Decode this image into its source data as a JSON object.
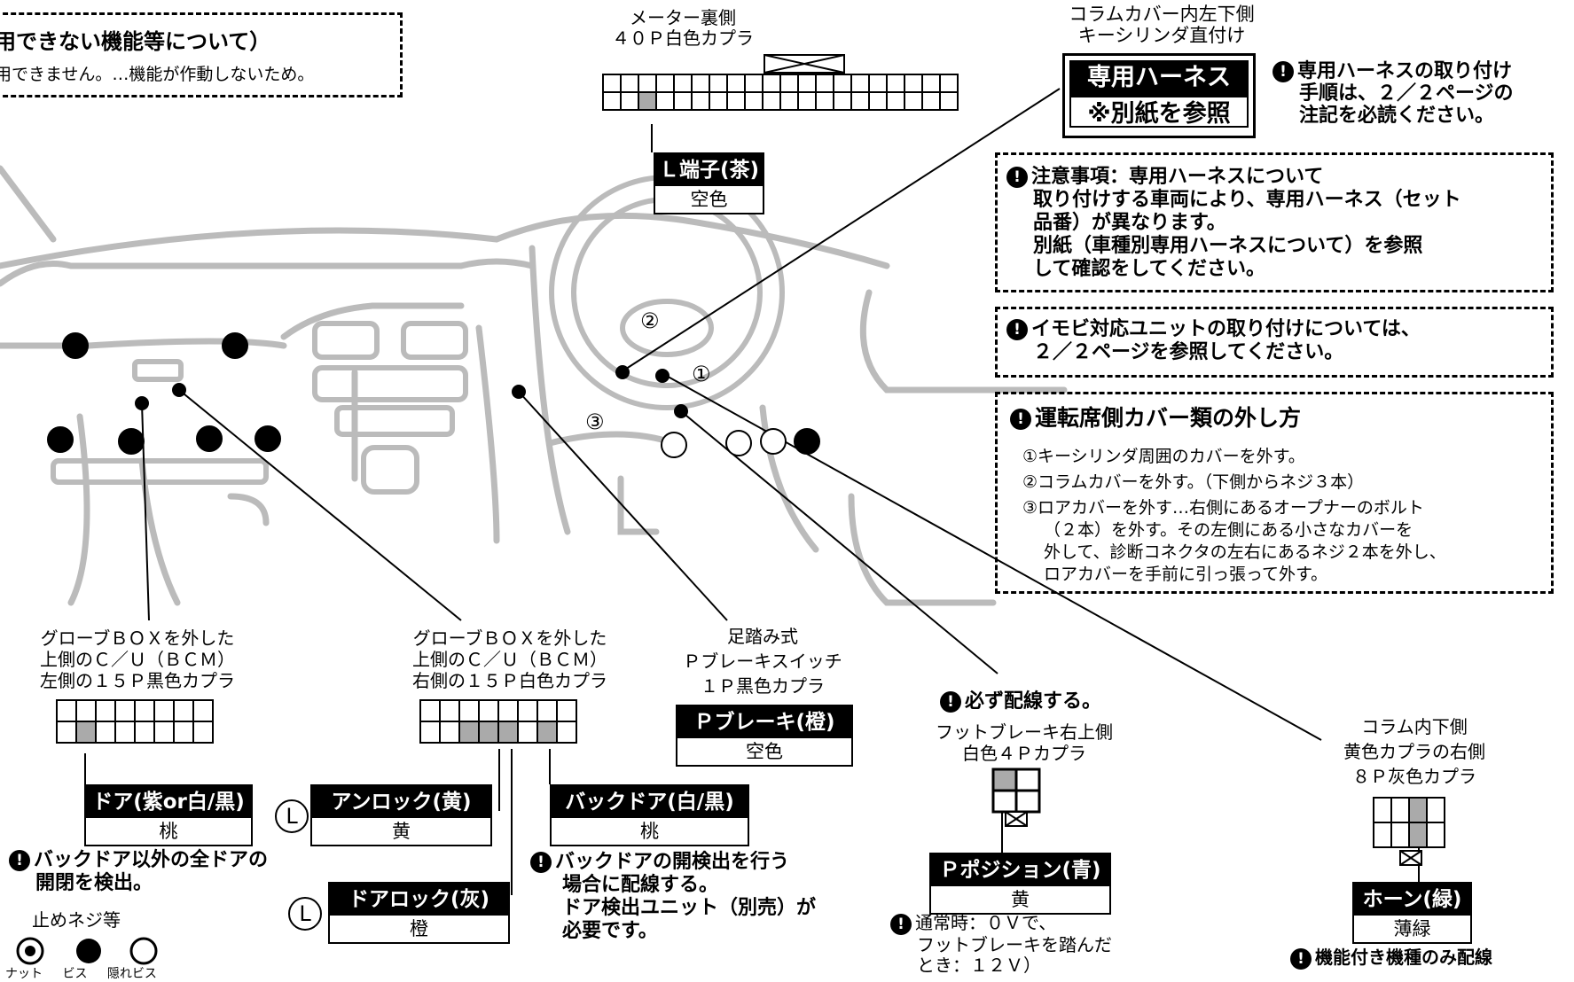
{
  "top_left": {
    "title": "用できない機能等について）",
    "desc": "用できません。…機能が作動しないため。"
  },
  "meter": {
    "cap1": "メーター裏側",
    "cap2": "４０Ｐ白色カプラ",
    "label_top": "Ｌ端子(茶)",
    "label_bot": "空色"
  },
  "column": {
    "cap1": "コラムカバー内左下側",
    "cap2": "キーシリンダ直付け",
    "harness_top": "専用ハーネス",
    "harness_bot": "※別紙を参照",
    "note1": "専用ハーネスの取り付け",
    "note2": "手順は、２／２ページの",
    "note3": "注記を必読ください。"
  },
  "caution_box": {
    "l1": "注意事項：専用ハーネスについて",
    "l2": "取り付けする車両により、専用ハーネス（セット",
    "l3": "品番）が異なります。",
    "l4": "別紙（車種別専用ハーネスについて）を参照",
    "l5": "して確認をしてください。"
  },
  "immobi_box": {
    "l1": "イモビ対応ユニットの取り付けについては、",
    "l2": "２／２ページを参照してください。"
  },
  "removal_box": {
    "title": "運転席側カバー類の外し方",
    "s1": "①キーシリンダ周囲のカバーを外す。",
    "s2": "②コラムカバーを外す。（下側からネジ３本）",
    "s3": "③ロアカバーを外す…右側にあるオープナーのボルト",
    "s4": "（２本）を外す。その左側にある小さなカバーを",
    "s5": "外して、診断コネクタの左右にあるネジ２本を外し、",
    "s6": "ロアカバーを手前に引っ張って外す。"
  },
  "glove_left": {
    "c1": "グローブＢＯＸを外した",
    "c2": "上側のＣ／Ｕ（ＢＣＭ）",
    "c3": "左側の１５Ｐ黒色カプラ",
    "label_top": "ドア(紫or白/黒)",
    "label_bot": "桃",
    "note1": "バックドア以外の全ドアの",
    "note2": "開閉を検出。",
    "screws_title": "止めネジ等",
    "screw1": "ナット",
    "screw2": "ビス",
    "screw3": "隠れビス"
  },
  "glove_right": {
    "c1": "グローブＢＯＸを外した",
    "c2": "上側のＣ／Ｕ（ＢＣＭ）",
    "c3": "右側の１５Ｐ白色カプラ",
    "unlock_top": "アンロック(黄)",
    "unlock_bot": "黄",
    "lock_top": "ドアロック(灰)",
    "lock_bot": "橙",
    "back_top": "バックドア(白/黒)",
    "back_bot": "桃",
    "l_mark": "L",
    "note1": "バックドアの開検出を行う",
    "note2": "場合に配線する。",
    "note3": "ドア検出ユニット（別売）が",
    "note4": "必要です。"
  },
  "pbrake": {
    "c1": "足踏み式",
    "c2": "Ｐブレーキスイッチ",
    "c3": "１Ｐ黒色カプラ",
    "label_top": "Ｐブレーキ(橙)",
    "label_bot": "空色"
  },
  "pposition": {
    "must": "必ず配線する。",
    "c1": "フットブレーキ右上側",
    "c2": "白色４Ｐカプラ",
    "label_top": "Ｐポジション(青)",
    "label_bot": "黄",
    "n1": "通常時：０Ｖで、",
    "n2": "フットブレーキを踏んだ",
    "n3": "とき：１２Ｖ）"
  },
  "horn": {
    "c1": "コラム内下側",
    "c2": "黄色カプラの右側",
    "c3": "８Ｐ灰色カプラ",
    "label_top": "ホーン(緑)",
    "label_bot": "薄緑",
    "note": "機能付き機種のみ配線"
  },
  "steps": {
    "n1": "①",
    "n2": "②",
    "n3": "③"
  },
  "warn_mark": "!"
}
